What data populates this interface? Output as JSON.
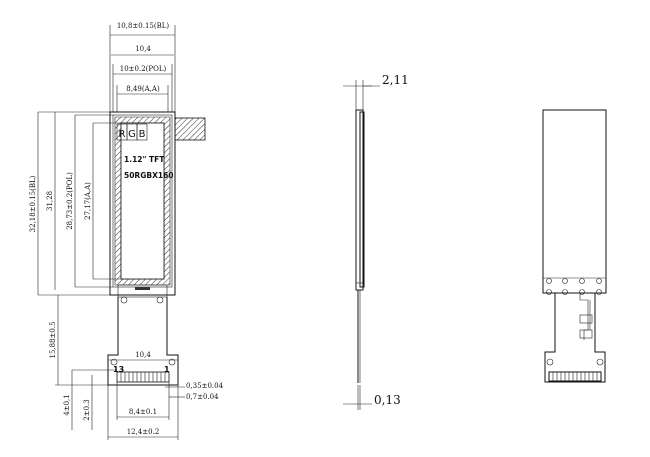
{
  "front_view": {
    "dim_top_bl": "10,8±0.15(BL)",
    "dim_top_width": "10,4",
    "dim_top_pol": "10±0.2(POL)",
    "dim_top_aa": "8,49(A,A)",
    "dim_left_bl": "32,18±0.15(BL)",
    "dim_left_h": "31,28",
    "dim_left_pol": "28,73±0.2(POL)",
    "dim_left_aa": "27,17(A,A)",
    "dim_left_fpc": "15,88±0.5",
    "dim_left_4": "4±0,1",
    "dim_left_2": "2±0.3",
    "dim_bottom_width": "10,4",
    "dim_pin_pitch": "0,35±0.04",
    "dim_pin_pitch2": "0,7±0.04",
    "dim_pins_span": "8,4±0.1",
    "dim_bottom_total": "12,4±0.2",
    "rgb": [
      "R",
      "G",
      "B"
    ],
    "size_label": "1.12\" TFT",
    "resolution_label": "50RGBX160",
    "pin_first": "13",
    "pin_last": "1"
  },
  "side_view": {
    "dim_thickness": "2,11",
    "dim_fpc_thickness": "0,13"
  }
}
